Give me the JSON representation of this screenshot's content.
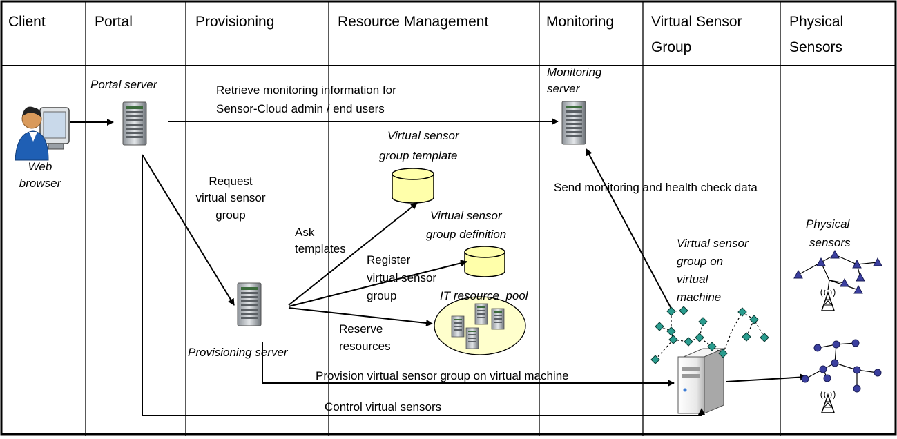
{
  "lanes": [
    "Client",
    "Portal",
    "Provisioning",
    "Resource Management",
    "Monitoring",
    "Virtual Sensor Group",
    "Physical Sensors"
  ],
  "nodes": {
    "web_browser": "Web browser",
    "portal_server": "Portal server",
    "monitoring_server": "Monitoring server",
    "provisioning_server": "Provisioning server",
    "vsg_template": "Virtual sensor group template",
    "vsg_definition": "Virtual sensor group definition",
    "it_resource_pool": "IT resource  pool",
    "vsg_on_vm": "Virtual sensor group on virtual machine",
    "physical_sensors": "Physical sensors"
  },
  "flows": {
    "retrieve_monitoring": "Retrieve monitoring information for Sensor-Cloud admin / end users",
    "request_vsg": "Request virtual sensor group",
    "ask_templates": "Ask templates",
    "register_vsg": "Register virtual sensor group",
    "reserve_resources": "Reserve resources",
    "send_monitoring": "Send monitoring and health check data",
    "provision_vsg": "Provision virtual sensor group on virtual machine",
    "control_sensors": "Control virtual sensors"
  },
  "colors": {
    "virtual_sensor_node": "#2a9d8f",
    "physical_sensor_node": "#3b3f9f",
    "database": "#ffffaa",
    "pool": "#ffffcc"
  }
}
